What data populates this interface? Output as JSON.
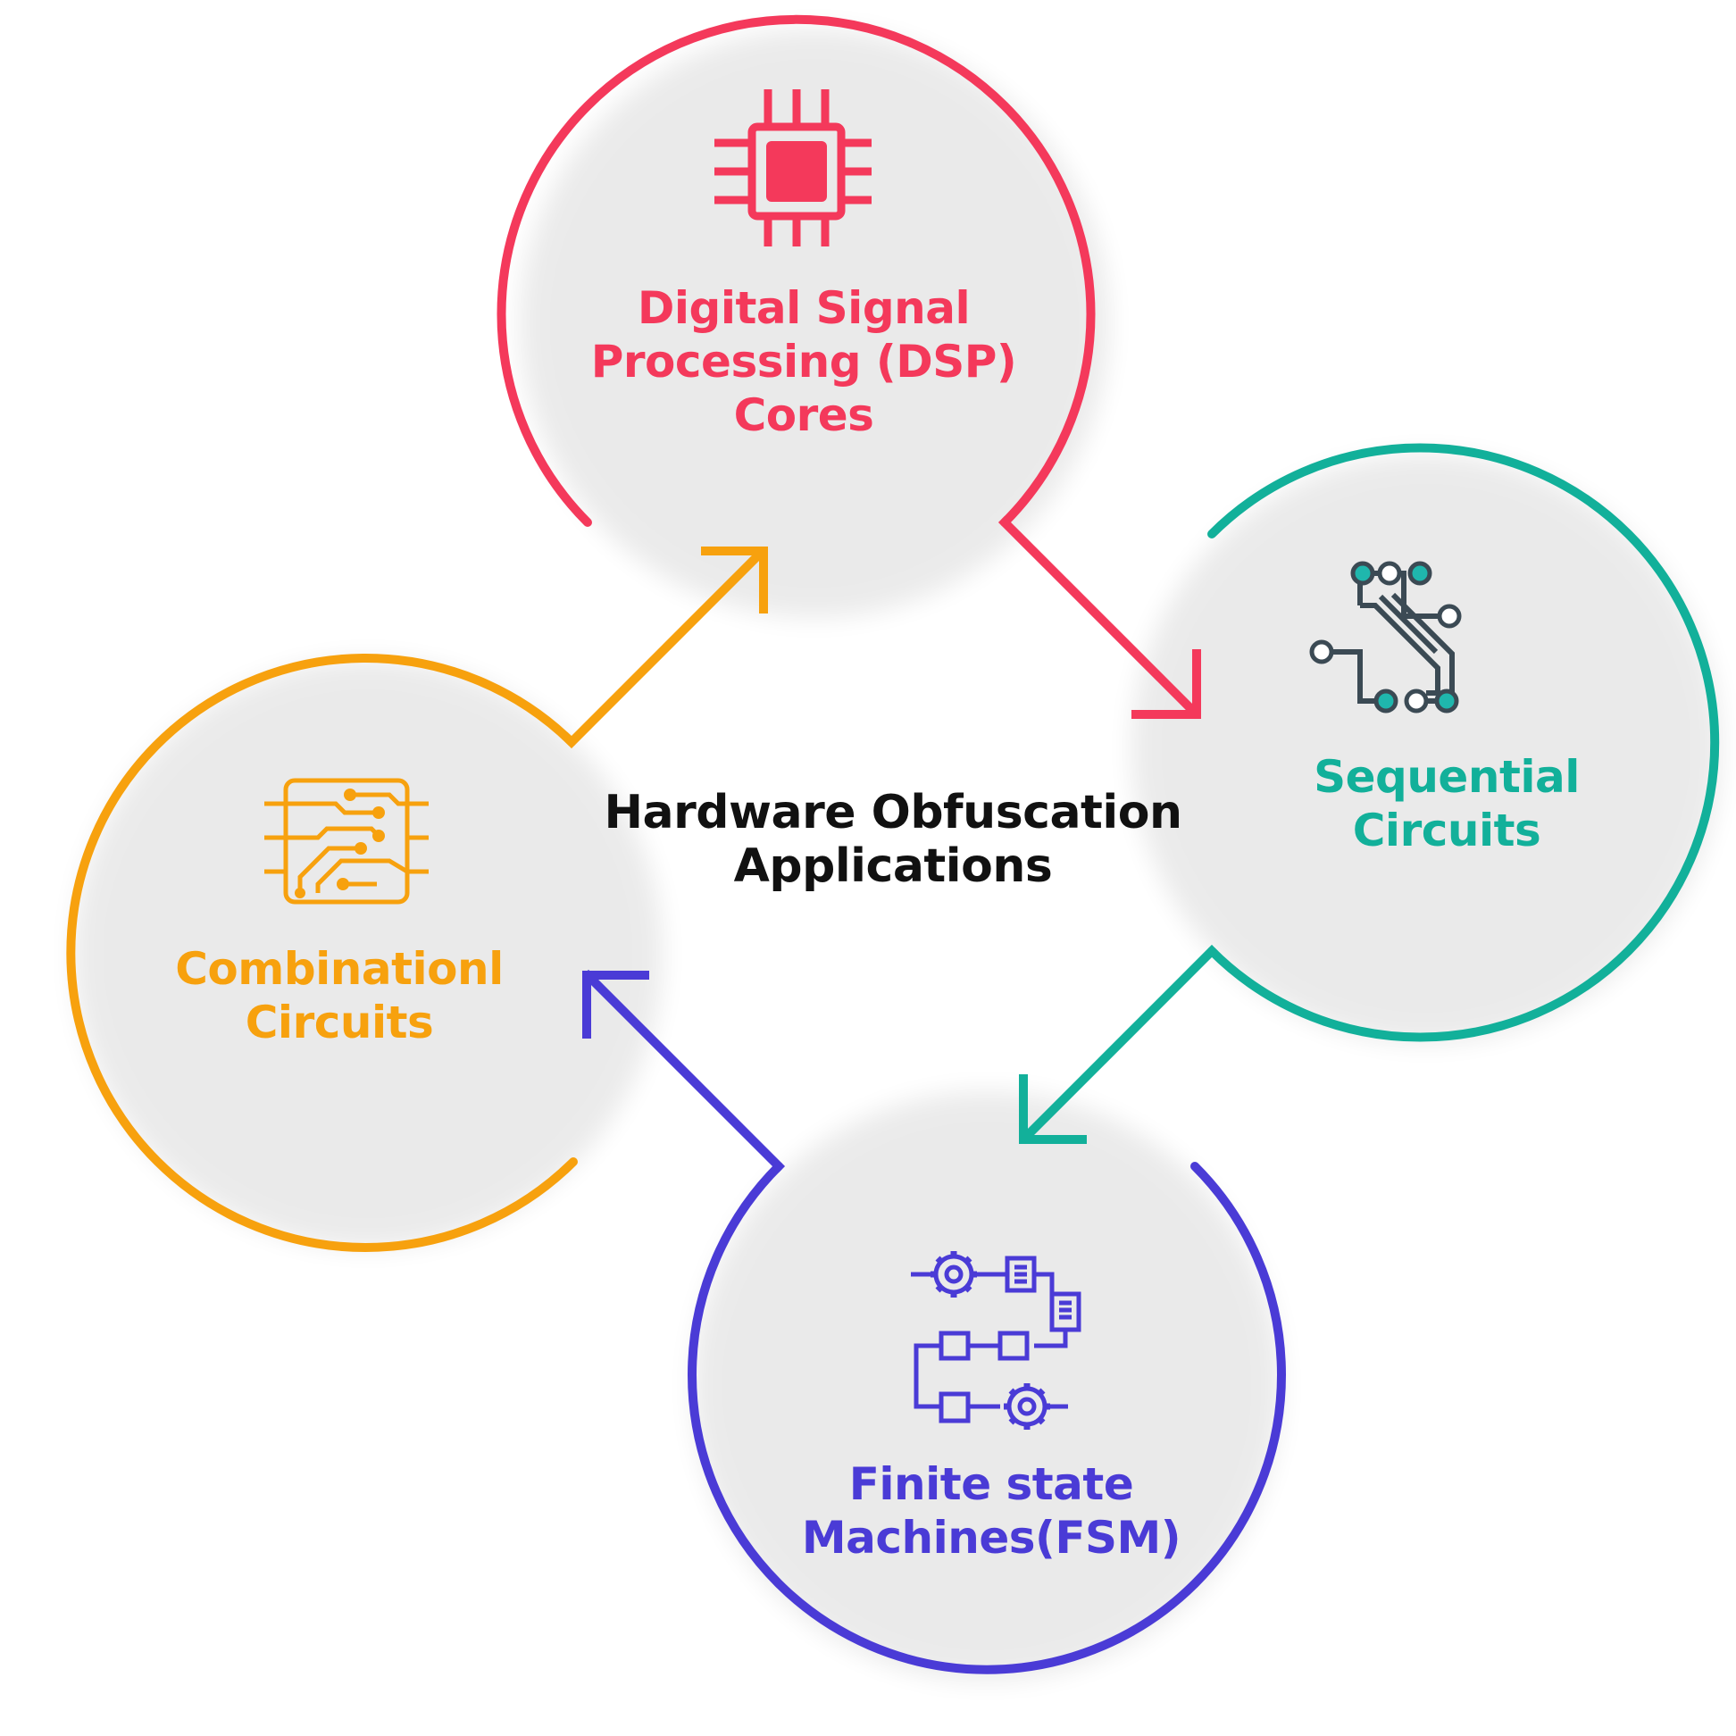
{
  "title": [
    "Hardware Obfuscation",
    "Applications"
  ],
  "colors": {
    "dsp": "#f4395b",
    "sequential": "#12b09a",
    "fsm": "#4a3bd6",
    "combinational": "#f7a10e",
    "title": "#111111",
    "icon_dark": "#3b4a54"
  },
  "nodes": [
    {
      "id": "dsp",
      "label": [
        "Digital Signal",
        "Processing (DSP)",
        "Cores"
      ],
      "icon": "cpu-chip-icon"
    },
    {
      "id": "sequential",
      "label": [
        "Sequential",
        "Circuits"
      ],
      "icon": "circuit-traces-icon"
    },
    {
      "id": "fsm",
      "label": [
        "Finite state",
        "Machines(FSM)"
      ],
      "icon": "flowchart-gears-icon"
    },
    {
      "id": "combinational",
      "label": [
        "Combinationl",
        "Circuits"
      ],
      "icon": "circuit-board-icon"
    }
  ]
}
